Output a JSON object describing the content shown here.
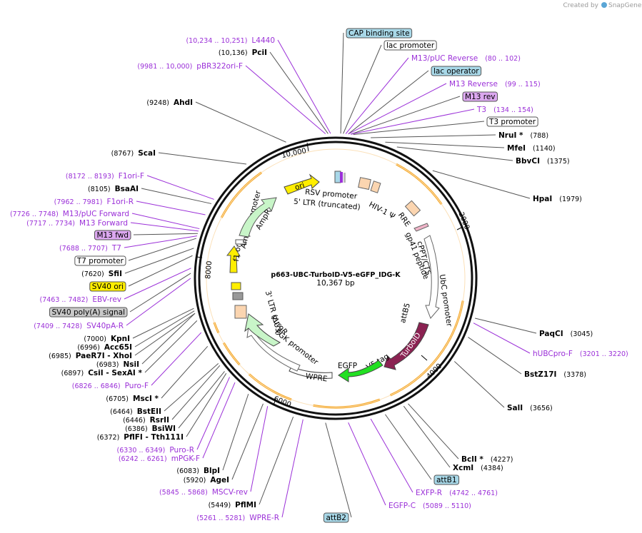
{
  "credit": {
    "text": "Created by",
    "brand": "SnapGene"
  },
  "plasmid": {
    "name": "p663-UBC-TurboID-V5-eGFP_IDG-K",
    "size": "10,367 bp"
  },
  "ticks": [
    "10,000",
    "2000",
    "4000",
    "6000",
    "8000"
  ],
  "colors": {
    "primer": "#9b30d8",
    "backbone": "#111111",
    "ring": "#f5a623",
    "ori": "#ffee00",
    "ampr": "#c8f5c8",
    "egfp": "#22e022",
    "turboid": "#8b2252",
    "ltr": "#fbd5b0",
    "box_blue": "#a8d8e8",
    "box_purple": "#dca8f0",
    "box_yellow": "#ffee00",
    "box_gray": "#c8c8c8"
  },
  "labels_right": [
    {
      "name": "CAP binding site",
      "style": "box-blue"
    },
    {
      "name": "lac promoter",
      "style": "box-white"
    },
    {
      "name": "M13/pUC Reverse",
      "coord": "(80 .. 102)",
      "style": "primer"
    },
    {
      "name": "lac operator",
      "style": "box-blue"
    },
    {
      "name": "M13 Reverse",
      "coord": "(99 .. 115)",
      "style": "primer"
    },
    {
      "name": "M13 rev",
      "style": "box-purple"
    },
    {
      "name": "T3",
      "coord": "(134 .. 154)",
      "style": "primer"
    },
    {
      "name": "T3 promoter",
      "style": "box-white"
    },
    {
      "name": "NruI *",
      "coord": "(788)",
      "style": "site"
    },
    {
      "name": "MfeI",
      "coord": "(1140)",
      "style": "site"
    },
    {
      "name": "BbvCI",
      "coord": "(1375)",
      "style": "site"
    },
    {
      "name": "HpaI",
      "coord": "(1979)",
      "style": "site"
    },
    {
      "name": "PaqCI",
      "coord": "(3045)",
      "style": "site"
    },
    {
      "name": "hUBCpro-F",
      "coord": "(3201 .. 3220)",
      "style": "primer"
    },
    {
      "name": "BstZ17I",
      "coord": "(3378)",
      "style": "site"
    },
    {
      "name": "SalI",
      "coord": "(3656)",
      "style": "site"
    },
    {
      "name": "BclI *",
      "coord": "(4227)",
      "style": "site"
    },
    {
      "name": "XcmI",
      "coord": "(4384)",
      "style": "site"
    },
    {
      "name": "attB1",
      "style": "box-blue"
    },
    {
      "name": "EXFP-R",
      "coord": "(4742 .. 4761)",
      "style": "primer"
    },
    {
      "name": "EGFP-C",
      "coord": "(5089 .. 5110)",
      "style": "primer"
    }
  ],
  "labels_left": [
    {
      "name": "L4440",
      "coord": "(10,234 .. 10,251)",
      "style": "primer"
    },
    {
      "name": "PciI",
      "coord": "(10,136)",
      "style": "site"
    },
    {
      "name": "pBR322ori-F",
      "coord": "(9981 .. 10,000)",
      "style": "primer"
    },
    {
      "name": "AhdI",
      "coord": "(9248)",
      "style": "site"
    },
    {
      "name": "ScaI",
      "coord": "(8767)",
      "style": "site"
    },
    {
      "name": "F1ori-F",
      "coord": "(8172 .. 8193)",
      "style": "primer"
    },
    {
      "name": "BsaAI",
      "coord": "(8105)",
      "style": "site"
    },
    {
      "name": "F1ori-R",
      "coord": "(7962 .. 7981)",
      "style": "primer"
    },
    {
      "name": "M13/pUC Forward",
      "coord": "(7726 .. 7748)",
      "style": "primer"
    },
    {
      "name": "M13 Forward",
      "coord": "(7717 .. 7734)",
      "style": "primer"
    },
    {
      "name": "M13 fwd",
      "style": "box-purple"
    },
    {
      "name": "T7",
      "coord": "(7688 .. 7707)",
      "style": "primer"
    },
    {
      "name": "T7 promoter",
      "style": "box-white"
    },
    {
      "name": "SfiI",
      "coord": "(7620)",
      "style": "site"
    },
    {
      "name": "SV40 ori",
      "style": "box-yellow"
    },
    {
      "name": "EBV-rev",
      "coord": "(7463 .. 7482)",
      "style": "primer"
    },
    {
      "name": "SV40 poly(A) signal",
      "style": "box-gray"
    },
    {
      "name": "SV40pA-R",
      "coord": "(7409 .. 7428)",
      "style": "primer"
    },
    {
      "name": "KpnI",
      "coord": "(7000)",
      "style": "site"
    },
    {
      "name": "Acc65I",
      "coord": "(6996)",
      "style": "site"
    },
    {
      "name": "PaeR7I - XhoI",
      "coord": "(6985)",
      "style": "site"
    },
    {
      "name": "NsiI",
      "coord": "(6983)",
      "style": "site"
    },
    {
      "name": "CsiI - SexAI *",
      "coord": "(6897)",
      "style": "site"
    },
    {
      "name": "Puro-F",
      "coord": "(6826 .. 6846)",
      "style": "primer"
    },
    {
      "name": "MscI *",
      "coord": "(6705)",
      "style": "site"
    },
    {
      "name": "BstEII",
      "coord": "(6464)",
      "style": "site"
    },
    {
      "name": "RsrII",
      "coord": "(6446)",
      "style": "site"
    },
    {
      "name": "BsiWI",
      "coord": "(6386)",
      "style": "site"
    },
    {
      "name": "PflFI - Tth111I",
      "coord": "(6372)",
      "style": "site"
    },
    {
      "name": "Puro-R",
      "coord": "(6330 .. 6349)",
      "style": "primer"
    },
    {
      "name": "mPGK-F",
      "coord": "(6242 .. 6261)",
      "style": "primer"
    },
    {
      "name": "BlpI",
      "coord": "(6083)",
      "style": "site"
    },
    {
      "name": "AgeI",
      "coord": "(5920)",
      "style": "site"
    },
    {
      "name": "MSCV-rev",
      "coord": "(5845 .. 5868)",
      "style": "primer"
    },
    {
      "name": "PflMI",
      "coord": "(5449)",
      "style": "site"
    },
    {
      "name": "WPRE-R",
      "coord": "(5261 .. 5281)",
      "style": "primer"
    },
    {
      "name": "attB2",
      "style": "box-blue"
    }
  ],
  "inner_features": [
    "ori",
    "RSV promoter",
    "5' LTR (truncated)",
    "HIV-1 Ψ",
    "RRE",
    "gp41 peptide",
    "cPPT/CTS",
    "UbC promoter",
    "attB5",
    "TurboID",
    "V5 tag",
    "EGFP",
    "WPRE",
    "PGK promoter",
    "PuroR",
    "3' LTR (ΔU3)",
    "f1 ori",
    "AmpR promoter",
    "AmpR"
  ]
}
